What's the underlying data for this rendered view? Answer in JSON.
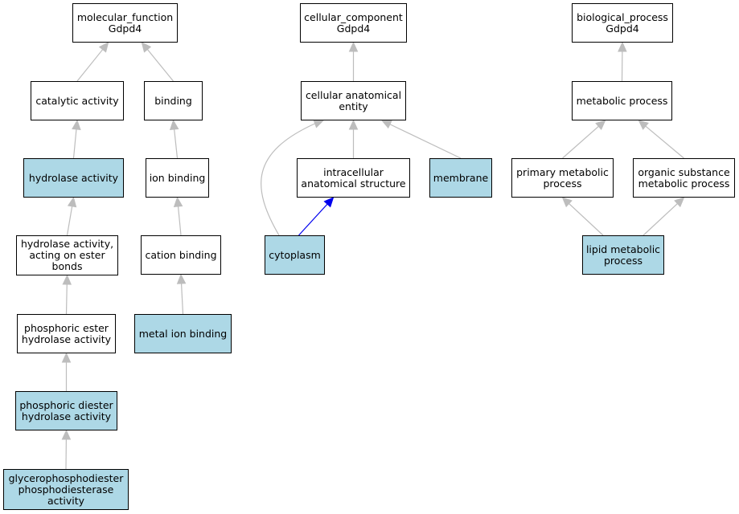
{
  "colors": {
    "highlight_fill": "#add8e6",
    "default_fill": "#ffffff",
    "edge_default": "#bdbdbd",
    "edge_emphasis": "#0000ee",
    "border": "#000000"
  },
  "nodes": {
    "mf_root": {
      "label": "molecular_function\nGdpd4",
      "highlighted": false
    },
    "catalytic": {
      "label": "catalytic activity",
      "highlighted": false
    },
    "binding": {
      "label": "binding",
      "highlighted": false
    },
    "hydrolase": {
      "label": "hydrolase activity",
      "highlighted": true
    },
    "ion_binding": {
      "label": "ion binding",
      "highlighted": false
    },
    "hydrolase_ester": {
      "label": "hydrolase activity,\nacting on ester\nbonds",
      "highlighted": false
    },
    "cation_binding": {
      "label": "cation binding",
      "highlighted": false
    },
    "phosphoric_ester": {
      "label": "phosphoric ester\nhydrolase activity",
      "highlighted": false
    },
    "metal_ion_binding": {
      "label": "metal ion binding",
      "highlighted": true
    },
    "phosphoric_diester": {
      "label": "phosphoric diester\nhydrolase activity",
      "highlighted": true
    },
    "glycerophospho": {
      "label": "glycerophosphodiester\nphosphodiesterase\nactivity",
      "highlighted": true
    },
    "cc_root": {
      "label": "cellular_component\nGdpd4",
      "highlighted": false
    },
    "cell_anat": {
      "label": "cellular anatomical\nentity",
      "highlighted": false
    },
    "intracellular": {
      "label": "intracellular\nanatomical structure",
      "highlighted": false
    },
    "membrane": {
      "label": "membrane",
      "highlighted": true
    },
    "cytoplasm": {
      "label": "cytoplasm",
      "highlighted": true
    },
    "bp_root": {
      "label": "biological_process\nGdpd4",
      "highlighted": false
    },
    "metabolic": {
      "label": "metabolic process",
      "highlighted": false
    },
    "primary_metabolic": {
      "label": "primary metabolic\nprocess",
      "highlighted": false
    },
    "organic_metabolic": {
      "label": "organic substance\nmetabolic process",
      "highlighted": false
    },
    "lipid_metabolic": {
      "label": "lipid metabolic\nprocess",
      "highlighted": true
    }
  },
  "edges": [
    {
      "from": "catalytic",
      "to": "mf_root"
    },
    {
      "from": "binding",
      "to": "mf_root"
    },
    {
      "from": "hydrolase",
      "to": "catalytic"
    },
    {
      "from": "ion_binding",
      "to": "binding"
    },
    {
      "from": "hydrolase_ester",
      "to": "hydrolase"
    },
    {
      "from": "cation_binding",
      "to": "ion_binding"
    },
    {
      "from": "phosphoric_ester",
      "to": "hydrolase_ester"
    },
    {
      "from": "metal_ion_binding",
      "to": "cation_binding"
    },
    {
      "from": "phosphoric_diester",
      "to": "phosphoric_ester"
    },
    {
      "from": "glycerophospho",
      "to": "phosphoric_diester"
    },
    {
      "from": "cell_anat",
      "to": "cc_root"
    },
    {
      "from": "intracellular",
      "to": "cell_anat"
    },
    {
      "from": "membrane",
      "to": "cell_anat"
    },
    {
      "from": "cytoplasm",
      "to": "cell_anat",
      "curved": true
    },
    {
      "from": "cytoplasm",
      "to": "intracellular",
      "emphasis": true
    },
    {
      "from": "metabolic",
      "to": "bp_root"
    },
    {
      "from": "primary_metabolic",
      "to": "metabolic"
    },
    {
      "from": "organic_metabolic",
      "to": "metabolic"
    },
    {
      "from": "lipid_metabolic",
      "to": "primary_metabolic"
    },
    {
      "from": "lipid_metabolic",
      "to": "organic_metabolic"
    }
  ]
}
